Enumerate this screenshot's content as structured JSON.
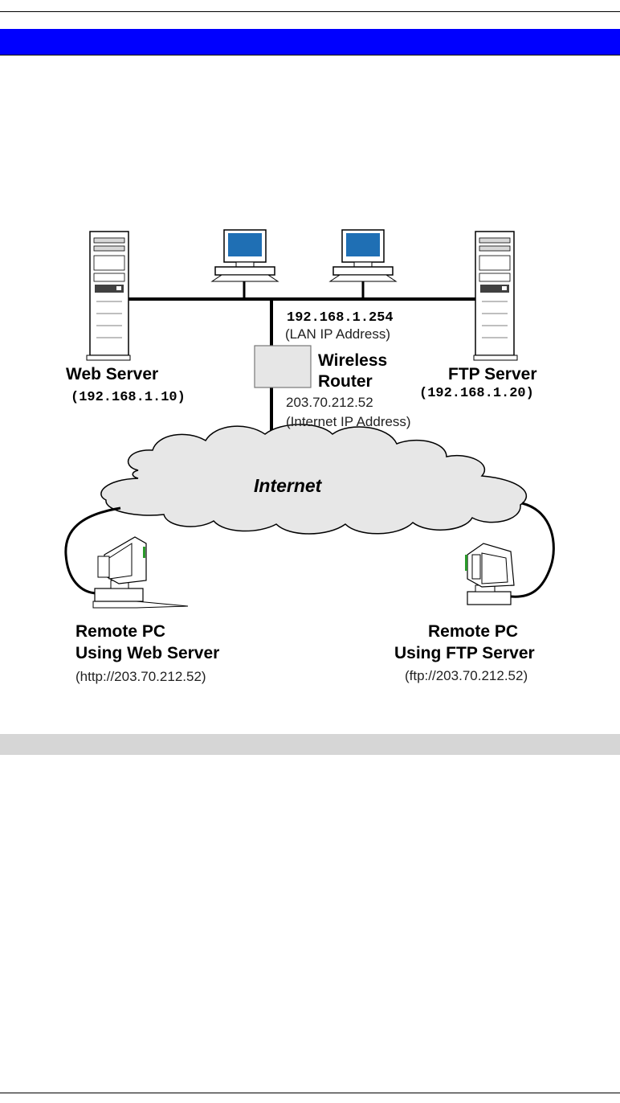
{
  "diagram": {
    "lan_ip": "192.168.1.254",
    "lan_ip_caption": "(LAN IP Address)",
    "router_name_line1": "Wireless",
    "router_name_line2": "Router",
    "internet_ip": "203.70.212.52",
    "internet_ip_caption": "(Internet IP Address)",
    "web_server_name": "Web Server",
    "web_server_ip": "(192.168.1.10)",
    "ftp_server_name": "FTP Server",
    "ftp_server_ip": "(192.168.1.20)",
    "cloud_label": "Internet",
    "remote_pc_web_line1": "Remote PC",
    "remote_pc_web_line2": "Using Web Server",
    "remote_pc_web_url": "(http://203.70.212.52)",
    "remote_pc_ftp_line1": "Remote PC",
    "remote_pc_ftp_line2": "Using FTP Server",
    "remote_pc_ftp_url": "(ftp://203.70.212.52)"
  },
  "colors": {
    "header_bar": "#0000ff",
    "section_bar": "#d6d6d6",
    "monitor_screen": "#1f6fb4",
    "monitor_accent": "#2a9a2a"
  }
}
